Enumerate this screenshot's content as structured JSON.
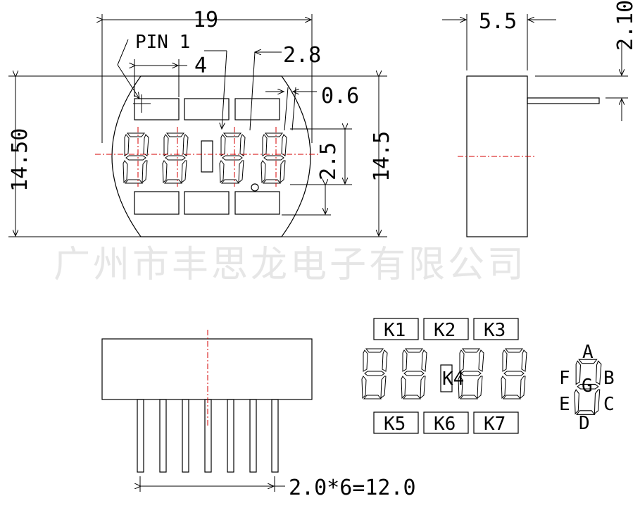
{
  "watermark": "广州市丰思龙电子有限公司",
  "front_view": {
    "width_dim": "19",
    "pin_label": "PIN 1",
    "seg_width_dim": "4",
    "seg_gap_dim": "2.8",
    "bar_dim": "0.6",
    "left_height_dim": "14.50",
    "right_height_dim": "14.5",
    "digit_dim": "2.5"
  },
  "side_view": {
    "depth_dim": "5.5",
    "pin_offset_dim": "2.10"
  },
  "bottom_view": {
    "pitch_dim": "2.0*6=12.0",
    "pin_count": 7
  },
  "segment_map": {
    "top_keys": [
      "K1",
      "K2",
      "K3"
    ],
    "bottom_keys": [
      "K5",
      "K6",
      "K7"
    ],
    "colon_key": "K4"
  },
  "segment_legend": {
    "a": "A",
    "b": "B",
    "c": "C",
    "d": "D",
    "e": "E",
    "f": "F",
    "g": "G"
  }
}
